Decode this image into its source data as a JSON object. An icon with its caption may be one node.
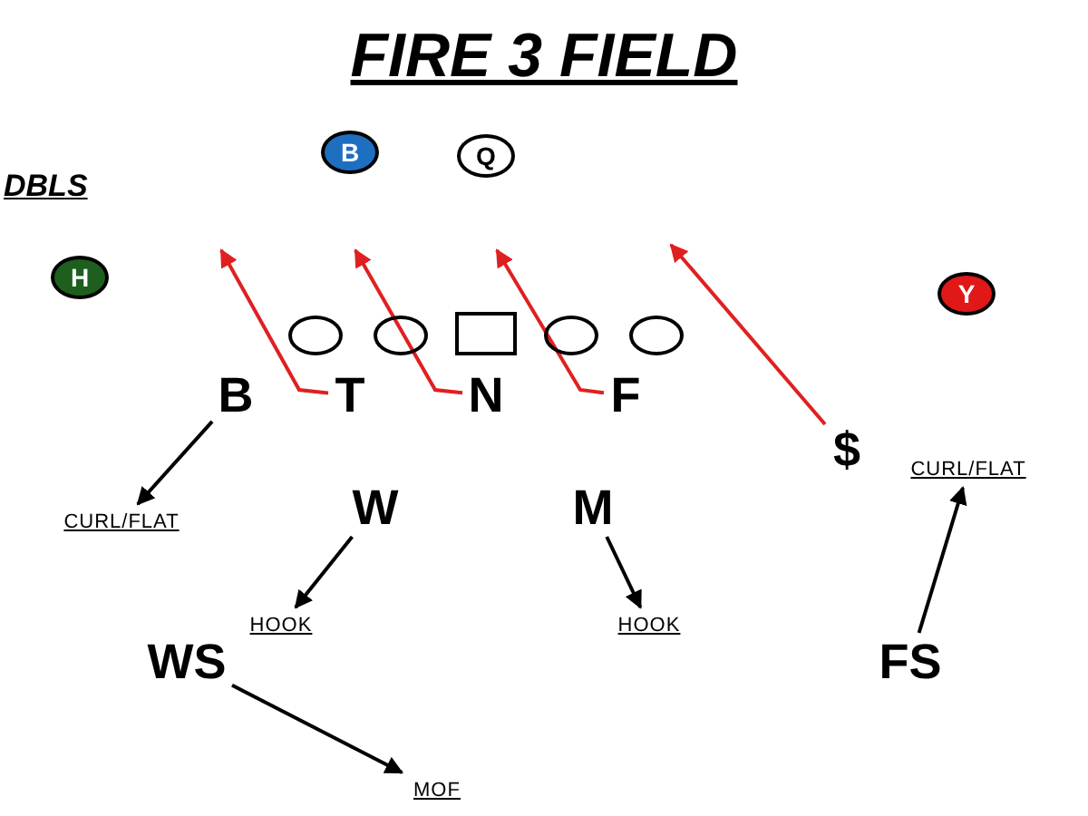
{
  "diagram": {
    "title": "FIRE 3 FIELD",
    "nodes": [
      {
        "text": [
          "H"
        ]
      },
      {
        "text": [
          "B"
        ]
      },
      {
        "text": [
          "Q"
        ]
      },
      {
        "text": [
          "Y"
        ]
      },
      {
        "text": [],
        "shape": "circle"
      },
      {
        "text": [],
        "shape": "circle"
      },
      {
        "text": [],
        "shape": "box"
      },
      {
        "text": [],
        "shape": "circle"
      },
      {
        "text": [],
        "shape": "circle"
      },
      {
        "text": [
          "B"
        ]
      },
      {
        "text": [
          "T"
        ]
      },
      {
        "text": [
          "N"
        ]
      },
      {
        "text": [
          "F"
        ]
      },
      {
        "text": [
          "$"
        ]
      },
      {
        "text": [
          "W"
        ]
      },
      {
        "text": [
          "M"
        ]
      },
      {
        "text": [
          "WS"
        ]
      },
      {
        "text": [
          "FS"
        ]
      },
      {
        "text": [
          "CURL/FLAT"
        ]
      },
      {
        "text": [
          "HOOK"
        ]
      },
      {
        "text": [
          "HOOK"
        ]
      },
      {
        "text": [
          "MOF"
        ]
      },
      {
        "text": [
          "CURL/FLAT"
        ]
      }
    ],
    "edges": [
      {
        "from": 10,
        "to": null,
        "arrow": "to",
        "color": "#e02020"
      },
      {
        "from": 11,
        "to": null,
        "arrow": "to",
        "color": "#e02020"
      },
      {
        "from": 12,
        "to": null,
        "arrow": "to",
        "color": "#e02020"
      },
      {
        "from": 13,
        "to": null,
        "arrow": "to",
        "color": "#e02020"
      },
      {
        "from": 9,
        "to": 18,
        "arrow": "to"
      },
      {
        "from": 14,
        "to": 19,
        "arrow": "to"
      },
      {
        "from": 15,
        "to": 20,
        "arrow": "to"
      },
      {
        "from": 16,
        "to": 21,
        "arrow": "to"
      },
      {
        "from": 17,
        "to": 22,
        "arrow": "to"
      }
    ],
    "labels": [
      "DBLS"
    ]
  }
}
